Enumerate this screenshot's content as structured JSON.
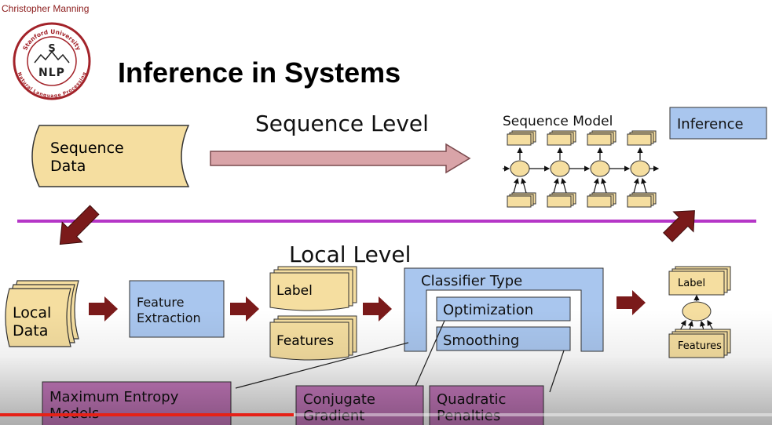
{
  "header": {
    "author": "Christopher Manning"
  },
  "logo": {
    "ring_text_top": "Stanford University",
    "ring_text_bottom": "Natural Language Processing",
    "letter_s": "S",
    "letters_nlp": "NLP"
  },
  "slide": {
    "title": "Inference in Systems",
    "sequence_level_label": "Sequence Level",
    "local_level_label": "Local Level",
    "sequence_data": [
      "Sequence",
      "Data"
    ],
    "sequence_model_label": "Sequence Model",
    "inference_label": "Inference",
    "local_data": [
      "Local",
      "Data"
    ],
    "feature_extraction": [
      "Feature",
      "Extraction"
    ],
    "label_stack": "Label",
    "features_stack": "Features",
    "classifier_type": "Classifier Type",
    "optimization": "Optimization",
    "smoothing": "Smoothing",
    "small_label": "Label",
    "small_features": "Features",
    "maxent": [
      "Maximum Entropy",
      "Models"
    ],
    "conjugate": [
      "Conjugate",
      "Gradient"
    ],
    "quadratic": [
      "Quadratic",
      "Penalties"
    ]
  },
  "video": {
    "progress": 0.38
  },
  "colors": {
    "author": "#8b1a1a",
    "doc_fill": "#f5dea0",
    "blue_fill": "#a9c6ee",
    "pink_fill": "#c97bc0",
    "divider": "#b536c7",
    "seq_arrow": "#d9a4a8",
    "dark_arrow": "#7a1a1a"
  }
}
